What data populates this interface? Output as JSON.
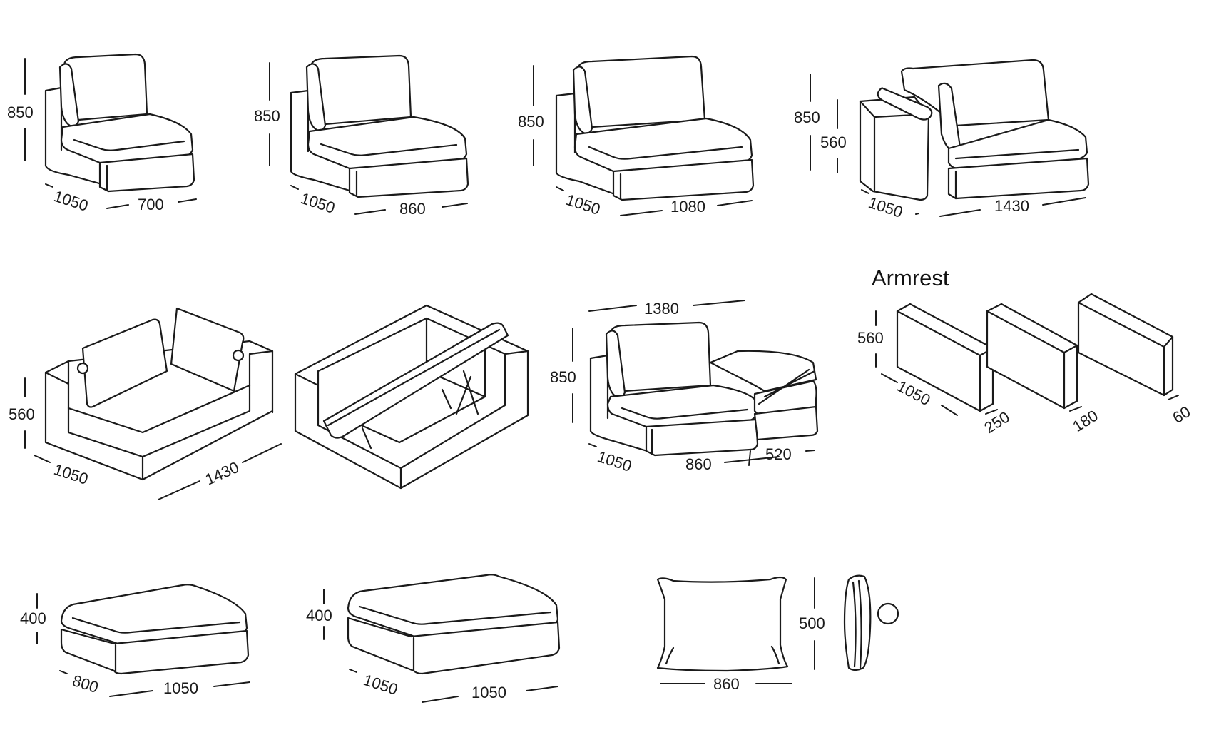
{
  "modules": [
    {
      "id": "m1",
      "dims": {
        "height": "850",
        "depth": "1050",
        "width": "700"
      }
    },
    {
      "id": "m2",
      "dims": {
        "height": "850",
        "depth": "1050",
        "width": "860"
      }
    },
    {
      "id": "m3",
      "dims": {
        "height": "850",
        "depth": "1050",
        "width": "1080"
      }
    },
    {
      "id": "m4",
      "dims": {
        "height": "850",
        "arm_height": "560",
        "depth": "1050",
        "width": "1430"
      }
    },
    {
      "id": "m5",
      "dims": {
        "height": "560",
        "depth": "1050",
        "width": "1430"
      }
    },
    {
      "id": "m7",
      "dims": {
        "height": "850",
        "total_width": "1380",
        "depth": "1050",
        "seat_width": "860",
        "side_width": "520"
      }
    },
    {
      "id": "m9",
      "dims": {
        "height": "400",
        "depth": "800",
        "width": "1050"
      }
    },
    {
      "id": "m10",
      "dims": {
        "height": "400",
        "depth": "1050",
        "width": "1050"
      }
    },
    {
      "id": "m11",
      "dims": {
        "height": "500",
        "width": "860"
      }
    }
  ],
  "armrest": {
    "title": "Armrest",
    "height": "560",
    "depth": "1050",
    "widths": [
      "250",
      "180",
      "60"
    ]
  }
}
